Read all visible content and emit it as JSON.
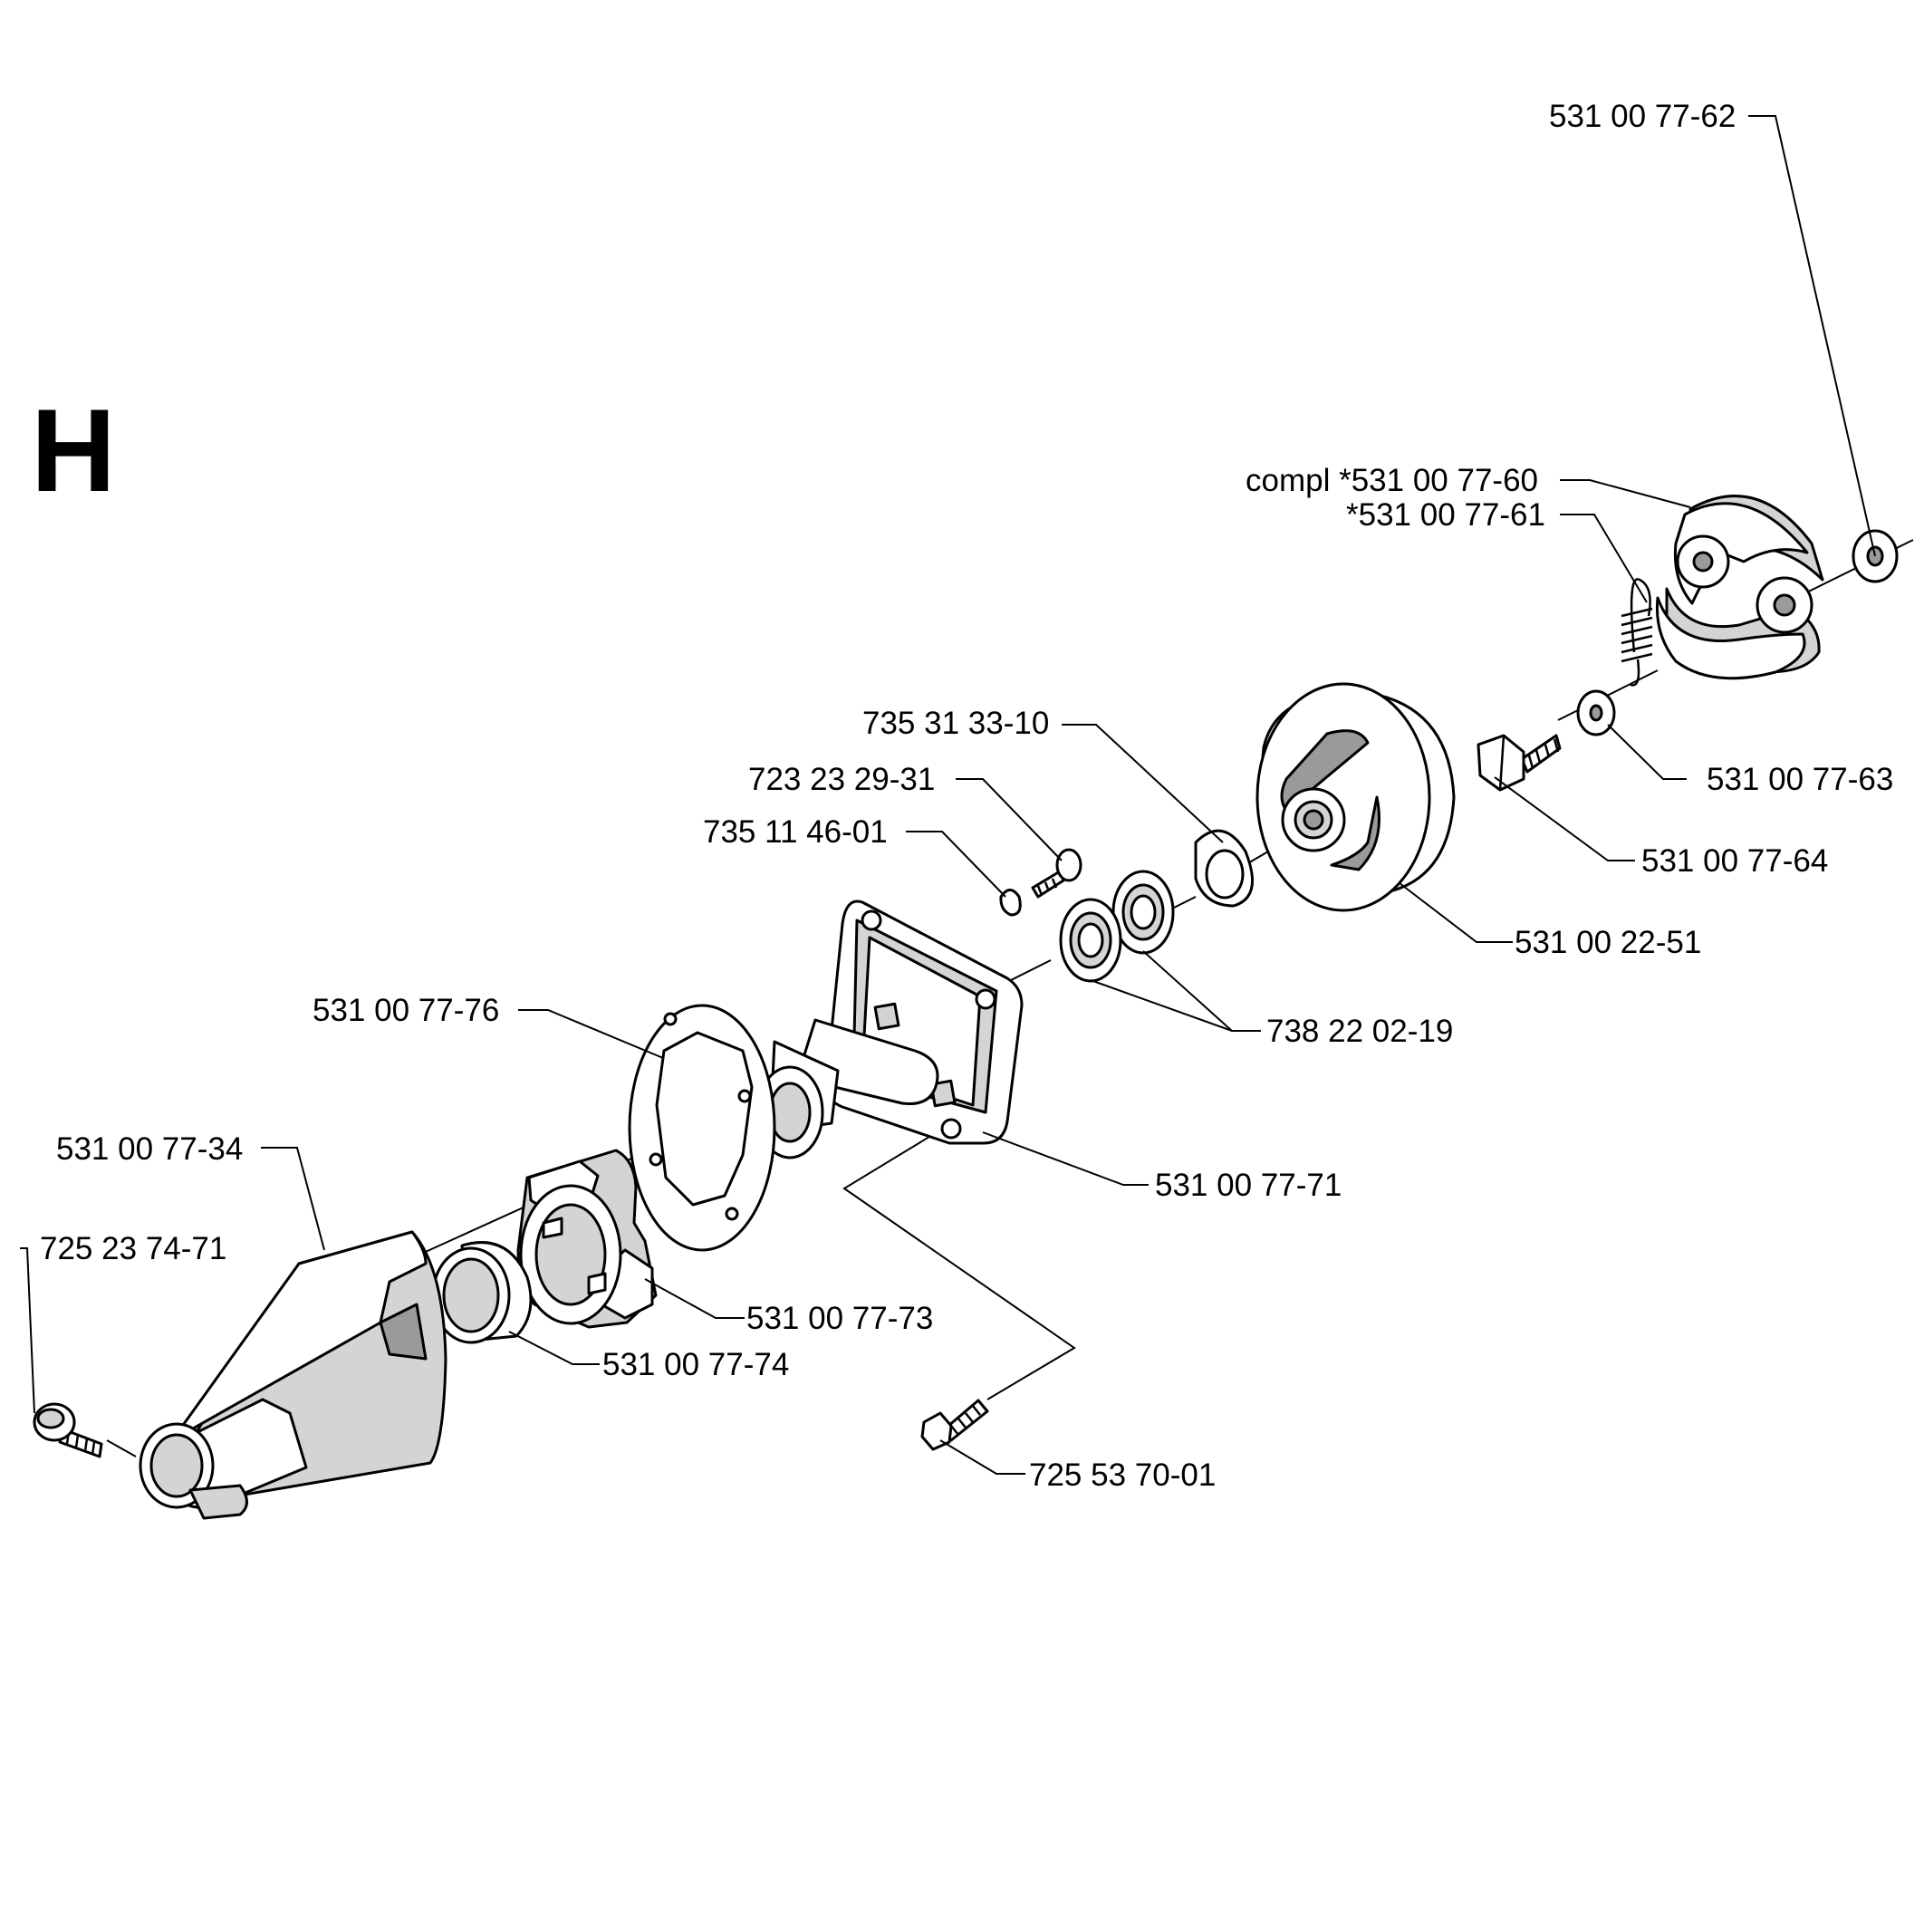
{
  "section_letter": "H",
  "part_labels": [
    {
      "id": "p1",
      "text": "531 00 77-62"
    },
    {
      "id": "p2",
      "text": "compl *531 00 77-60"
    },
    {
      "id": "p3",
      "text": "*531 00 77-61"
    },
    {
      "id": "p4",
      "text": "735 31 33-10"
    },
    {
      "id": "p5",
      "text": "531 00 77-63"
    },
    {
      "id": "p6",
      "text": "723 23 29-31"
    },
    {
      "id": "p7",
      "text": "735 11 46-01"
    },
    {
      "id": "p8",
      "text": "531 00 77-64"
    },
    {
      "id": "p9",
      "text": "531 00 22-51"
    },
    {
      "id": "p10",
      "text": "531 00 77-76"
    },
    {
      "id": "p11",
      "text": "738 22 02-19"
    },
    {
      "id": "p12",
      "text": "531 00 77-34"
    },
    {
      "id": "p13",
      "text": "531 00 77-71"
    },
    {
      "id": "p14",
      "text": "725 23 74-71"
    },
    {
      "id": "p15",
      "text": "531 00 77-73"
    },
    {
      "id": "p16",
      "text": "531 00 77-74"
    },
    {
      "id": "p17",
      "text": "725 53 70-01"
    }
  ]
}
